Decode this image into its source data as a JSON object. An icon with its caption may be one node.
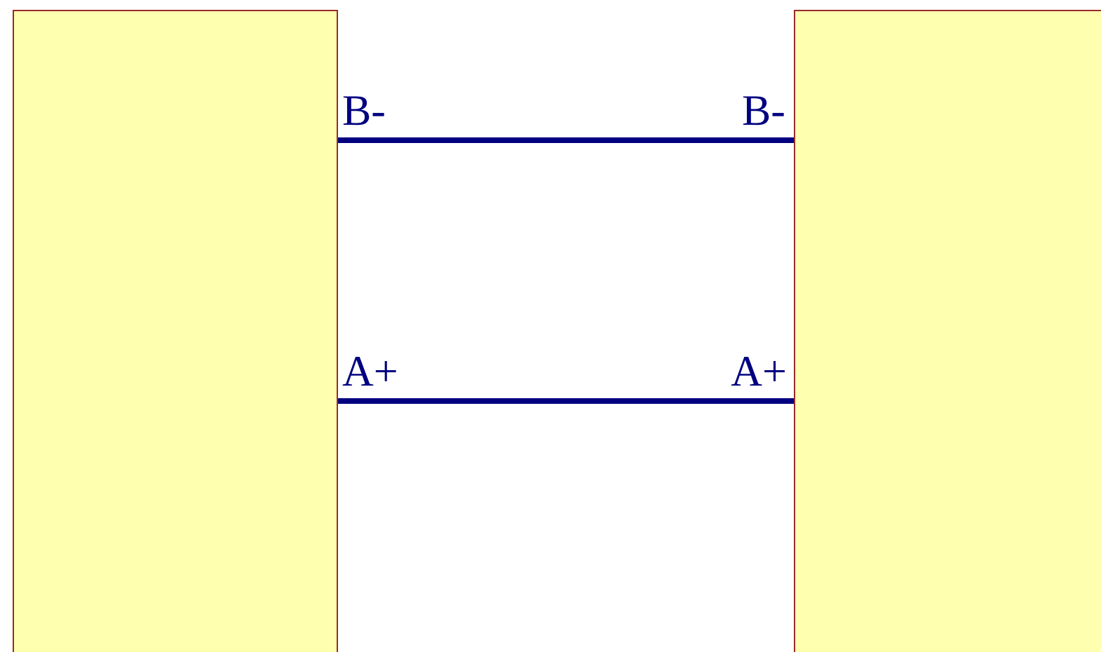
{
  "diagram": {
    "nodes": [
      {
        "text": [],
        "shape": "box"
      },
      {
        "text": [],
        "shape": "box"
      }
    ],
    "edges": [
      {
        "from": 0,
        "to": 1,
        "arrow": "none"
      },
      {
        "from": 0,
        "to": 1,
        "arrow": "none"
      }
    ],
    "labels": [
      "B-",
      "B-",
      "A+",
      "A+"
    ]
  }
}
